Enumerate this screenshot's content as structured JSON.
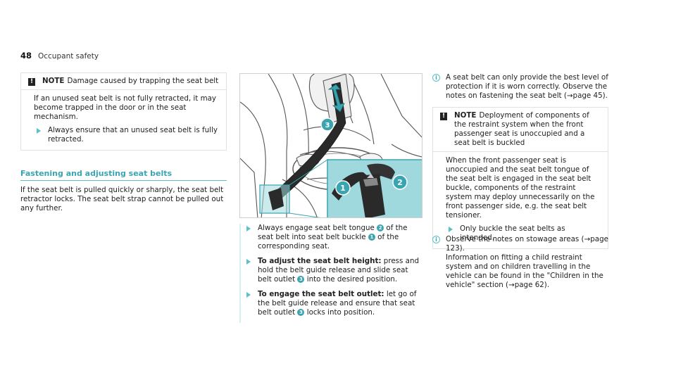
{
  "header": {
    "page_number": "48",
    "title": "Occupant safety"
  },
  "note1": {
    "icon": "!",
    "label": "NOTE",
    "title": "Damage caused by trapping the seat belt",
    "body": "If an unused seat belt is not fully retracted, it may become trapped in the door or in the seat mechanism.",
    "bullet": "Always ensure that an unused seat belt is fully retracted."
  },
  "section": {
    "heading": "Fastening and adjusting seat belts",
    "intro": "If the seat belt is pulled quickly or sharply, the seat belt retractor locks. The seat belt strap cannot be pulled out any further."
  },
  "figure": {
    "callout_1": "1",
    "callout_2": "2",
    "callout_3": "3"
  },
  "steps": [
    {
      "pre": "Always engage seat belt tongue",
      "n1": "2",
      "mid": "of the seat belt into seat belt buckle",
      "n2": "1",
      "post": "of the corresponding seat."
    },
    {
      "lead": "To adjust the seat belt height:",
      "pre": "press and hold the belt guide release and slide seat belt outlet",
      "n1": "3",
      "post": "into the desired position."
    },
    {
      "lead": "To engage the seat belt outlet:",
      "pre": "let go of the belt guide release and ensure that seat belt outlet",
      "n1": "3",
      "post": "locks into position."
    }
  ],
  "info1": {
    "icon": "i",
    "pre": "A seat belt can only provide the best level of protection if it is worn correctly. Observe the notes on fastening the seat belt (",
    "arrow": "→",
    "ref": "page 45",
    "post": ")."
  },
  "note2": {
    "icon": "!",
    "label": "NOTE",
    "title": "Deployment of components of the restraint system when the front passenger seat is unoccupied and a seat belt is buckled",
    "body": "When the front passenger seat is unoccupied and the seat belt tongue of the seat belt is engaged in the seat belt buckle, components of the restraint system may deploy unnecessarily on the front passenger side, e.g. the seat belt tensioner.",
    "bullet": "Only buckle the seat belts as intended."
  },
  "info2": {
    "icon": "i",
    "line1_pre": "Observe the notes on stowage areas (",
    "line1_arrow": "→",
    "line1_ref": "page 123",
    "line1_post": ").",
    "line2_pre": "Information on fitting a child restraint system and on children travelling in the vehicle can be found in the \"Children in the vehicle\" section (",
    "line2_arrow": "→",
    "line2_ref": "page 62",
    "line2_post": ")."
  },
  "colors": {
    "accent": "#5dbfc8",
    "accent_dark": "#3aa4b0",
    "highlight_fill": "#9fd8dd"
  }
}
